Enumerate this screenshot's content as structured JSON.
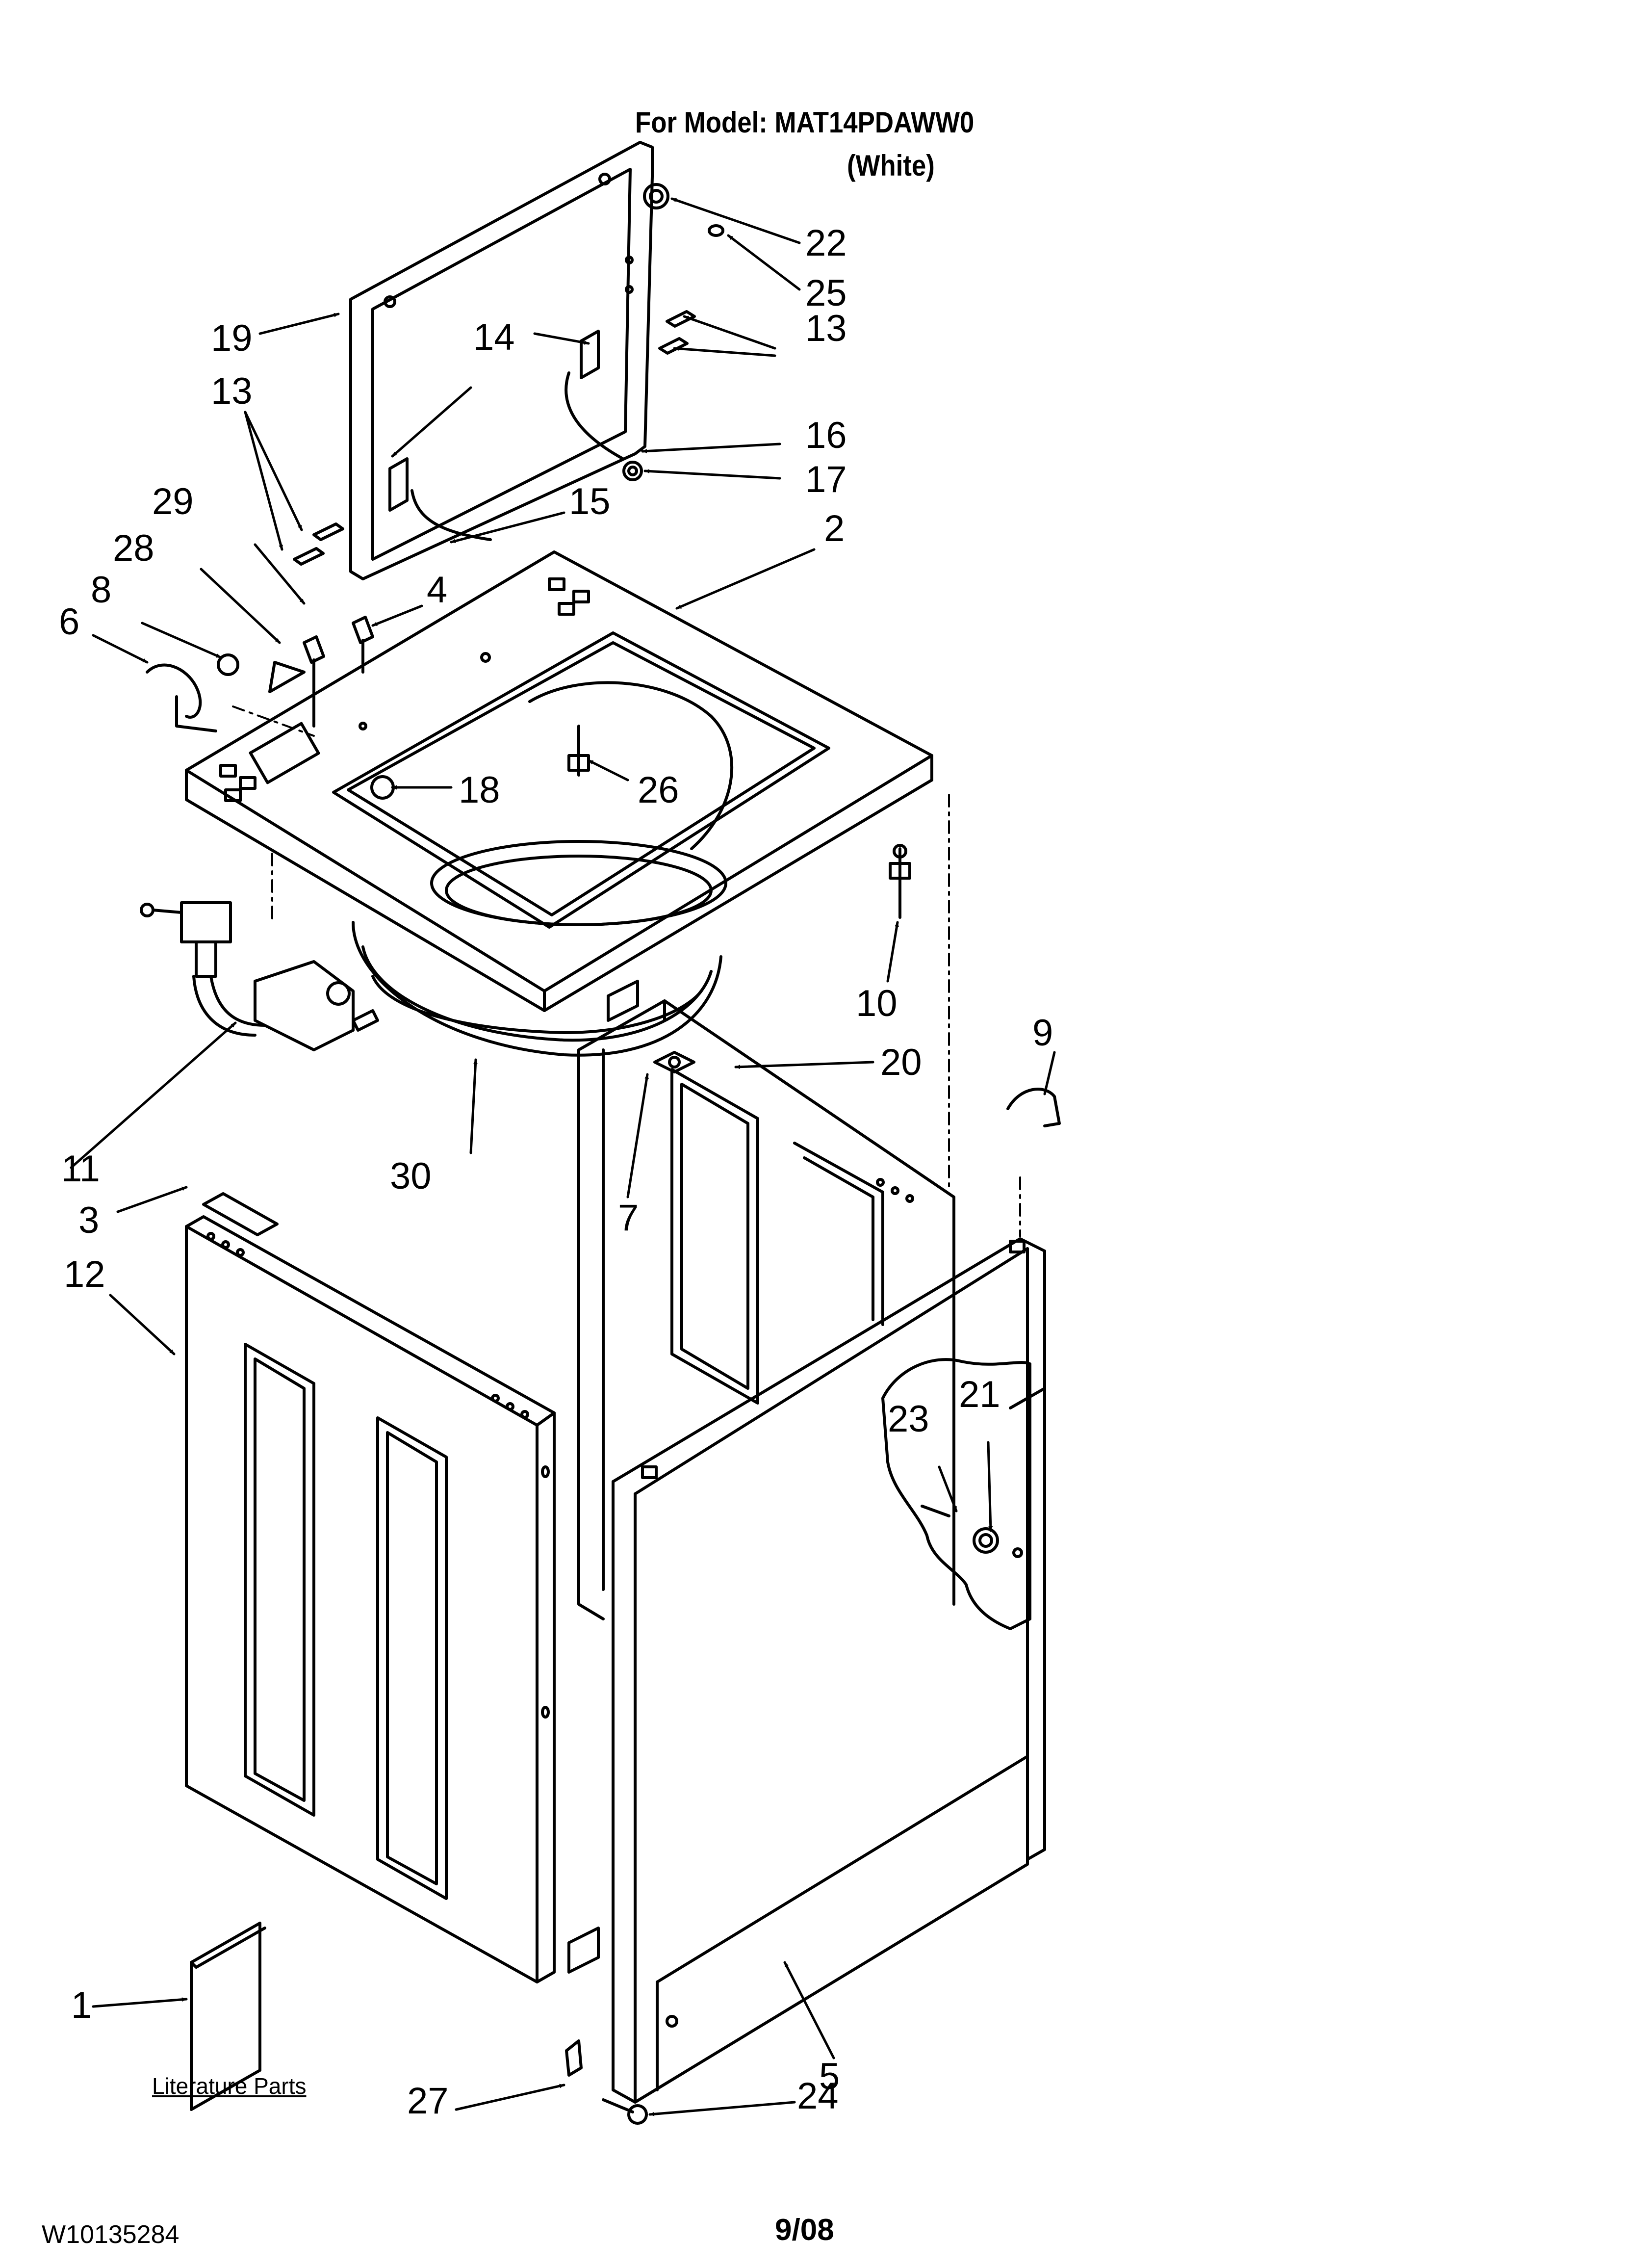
{
  "header": {
    "model_line": "For Model: MAT14PDAWW0",
    "color_line": "(White)"
  },
  "footer": {
    "doc_number": "W10135284",
    "date": "9/08"
  },
  "literature_label": "Literature Parts",
  "callouts": {
    "c1": "1",
    "c2": "2",
    "c3": "3",
    "c4": "4",
    "c5": "5",
    "c6": "6",
    "c7": "7",
    "c8": "8",
    "c9": "9",
    "c10": "10",
    "c11": "11",
    "c12": "12",
    "c13a": "13",
    "c13b": "13",
    "c14": "14",
    "c15": "15",
    "c16": "16",
    "c17": "17",
    "c18": "18",
    "c19": "19",
    "c20": "20",
    "c21": "21",
    "c22": "22",
    "c23": "23",
    "c24": "24",
    "c25": "25",
    "c26": "26",
    "c27": "27",
    "c28": "28",
    "c29": "29",
    "c30": "30"
  }
}
